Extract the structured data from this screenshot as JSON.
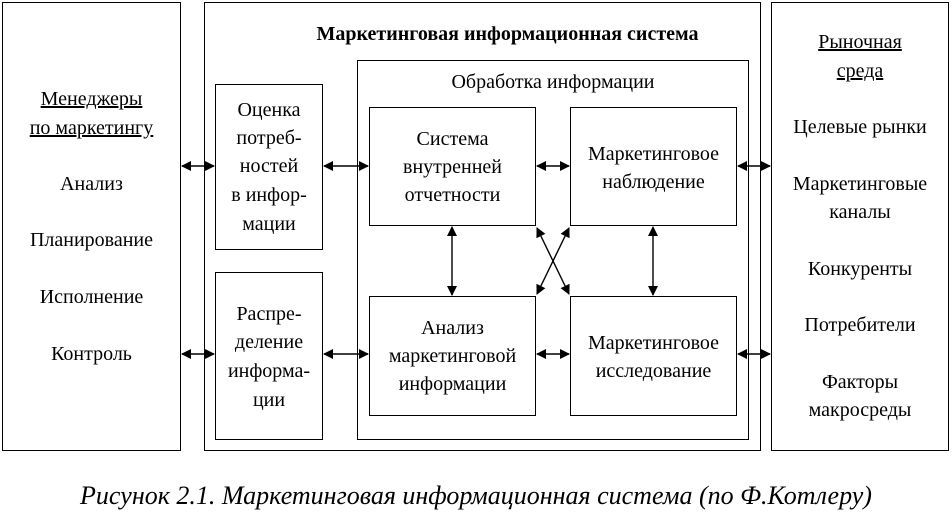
{
  "diagram": {
    "system_title": "Маркетинговая информационная система",
    "processing_title": "Обработка информации",
    "managers": {
      "heading_lines": [
        "Менеджеры",
        "по маркетингу"
      ],
      "items": [
        "Анализ",
        "Планирование",
        "Исполнение",
        "Контроль"
      ]
    },
    "assessment": {
      "lines": [
        "Оценка",
        "потреб-",
        "ностей",
        "в инфор-",
        "мации"
      ]
    },
    "distribution": {
      "lines": [
        "Распре-",
        "деление",
        "информа-",
        "ции"
      ]
    },
    "internal_reporting": {
      "lines": [
        "Система",
        "внутренней",
        "отчетности"
      ]
    },
    "observation": {
      "lines": [
        "Маркетинговое",
        "наблюдение"
      ]
    },
    "analysis": {
      "lines": [
        "Анализ",
        "маркетинговой",
        "информации"
      ]
    },
    "research": {
      "lines": [
        "Маркетинговое",
        "исследование"
      ]
    },
    "market": {
      "heading_lines": [
        "Рыночная",
        "среда"
      ],
      "items": [
        "Целевые рынки",
        "Маркетинговые",
        "каналы",
        "Конкуренты",
        "Потребители",
        "Факторы",
        "макросреды"
      ]
    }
  },
  "caption": "Рисунок 2.1. Маркетинговая информационная система (по Ф.Котлеру)"
}
